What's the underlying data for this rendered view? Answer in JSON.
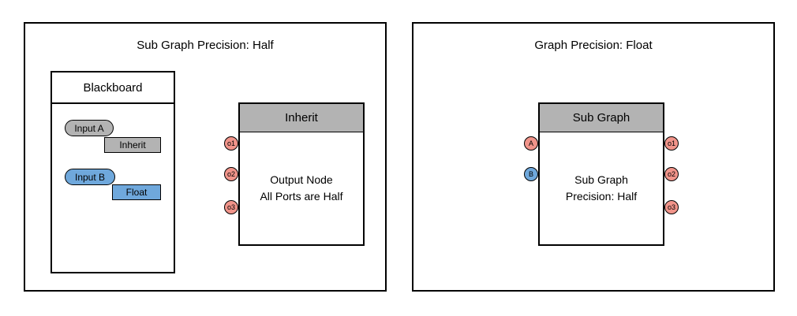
{
  "colors": {
    "gray": "#b3b3b3",
    "blue": "#6fa8dc",
    "salmon": "#f1948a",
    "border": "#000000",
    "background": "#ffffff"
  },
  "left_panel": {
    "title": "Sub Graph Precision: Half",
    "blackboard": {
      "title": "Blackboard",
      "entries": [
        {
          "name": "Input A",
          "name_color": "#b3b3b3",
          "type": "Inherit",
          "type_color": "#b3b3b3"
        },
        {
          "name": "Input B",
          "name_color": "#6fa8dc",
          "type": "Float",
          "type_color": "#6fa8dc"
        }
      ]
    },
    "node": {
      "header": "Inherit",
      "header_color": "#b3b3b3",
      "body_lines": [
        "Output Node",
        "All Ports are Half"
      ],
      "ports_left": [
        {
          "label": "o1",
          "color": "#f1948a"
        },
        {
          "label": "o2",
          "color": "#f1948a"
        },
        {
          "label": "o3",
          "color": "#f1948a"
        }
      ]
    }
  },
  "right_panel": {
    "title": "Graph Precision: Float",
    "node": {
      "header": "Sub Graph",
      "header_color": "#b3b3b3",
      "body_lines": [
        "Sub Graph",
        "Precision: Half"
      ],
      "ports_left": [
        {
          "label": "A",
          "color": "#f1948a"
        },
        {
          "label": "B",
          "color": "#6fa8dc"
        }
      ],
      "ports_right": [
        {
          "label": "o1",
          "color": "#f1948a"
        },
        {
          "label": "o2",
          "color": "#f1948a"
        },
        {
          "label": "o3",
          "color": "#f1948a"
        }
      ]
    }
  }
}
